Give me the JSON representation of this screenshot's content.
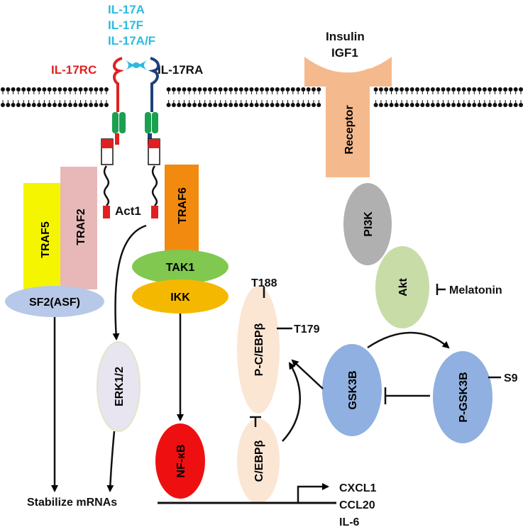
{
  "ligands": [
    "IL-17A",
    "IL-17F",
    "IL-17A/F"
  ],
  "receptors": {
    "rc": "IL-17RC",
    "ra": "IL-17RA"
  },
  "insulin": {
    "line1": "Insulin",
    "line2": "IGF1",
    "receptor": "Receptor"
  },
  "adaptors": {
    "act1": "Act1",
    "traf5": "TRAF5",
    "traf2": "TRAF2",
    "traf6": "TRAF6",
    "sf2": "SF2(ASF)"
  },
  "kinases": {
    "tak1": "TAK1",
    "ikk": "IKK",
    "erk": "ERK1/2",
    "pi3k": "PI3K",
    "akt": "Akt",
    "gsk3b": "GSK3B",
    "pgsk3b": "P-GSK3B"
  },
  "nfkb": "NF-κB",
  "cebp": {
    "phos": "P-C/EBPβ",
    "base": "C/EBPβ",
    "t188": "T188",
    "t179": "T179"
  },
  "labels": {
    "melatonin": "Melatonin",
    "s9": "S9",
    "stabilize": "Stabilize mRNAs"
  },
  "genes": [
    "CXCL1",
    "CCL20",
    "IL-6"
  ],
  "colors": {
    "ligand": "#2bbbe0",
    "rc": "#e02020",
    "ra": "#1f3f7a",
    "membrane": "#101010",
    "receptorFill": "#f5b98e",
    "traf5": "#f5f500",
    "traf2": "#e8b8b8",
    "traf6": "#f28a10",
    "sf2": "#b8c8e8",
    "tak1": "#80c850",
    "ikk": "#f5b800",
    "erk": "#e8e4f0",
    "nfkb": "#ee1010",
    "cebp": "#fbe6d4",
    "pi3k": "#b0b0b0",
    "akt": "#c8dca8",
    "gsk": "#8fb0e0"
  }
}
